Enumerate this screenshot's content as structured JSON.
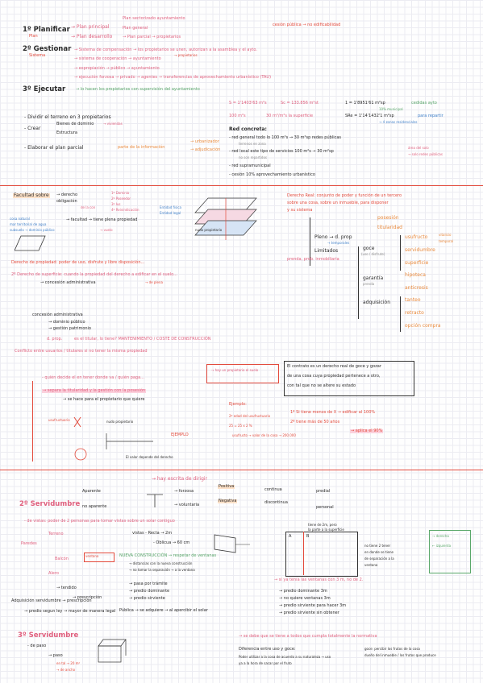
{
  "s1": {
    "step1": "1º Planificar",
    "step1_sub": "Plan",
    "plan_a": "→ Plan principal",
    "plan_b": "→ Plan desarrollo",
    "plan_a1": "Plan sectorizado ayuntamiento",
    "plan_a2": "Plan general",
    "plan_b1": "→ Plan parcial → propietarios",
    "step2": "2º Gestionar",
    "step2_sub": "Sistema",
    "ges1": "→ Sistema de compensación → los propietarios se unen, autorizan a la asamblea y el ayto.",
    "ges2": "→ sistema de cooperación → ayuntamiento",
    "ges2b": "→ propietarios",
    "ges3": "→ expropiación → público → ayuntamiento",
    "ges4": "→ ejecución forzosa → privado → agentes → transferencias de aprovechamiento urbanístico (TAU)",
    "step3": "3º Ejecutar",
    "step3_txt": "→ lo hacen los propietarios con supervisión del ayuntamiento",
    "cesion": "cesión pública → no edificabilidad"
  },
  "s2": {
    "b1": "- Dividir el terreno en 3 propietarios",
    "b2": "- Crear",
    "b2a": "Bienes de dominio",
    "b2a1": "→ viviendas",
    "b2b": "Estructura",
    "b3": "- Elaborar el plan parcial",
    "b3b": "parte de la información",
    "b3c": "→ urbanizador",
    "b3d": "→ adjudicación",
    "calc1": "S = 1'1403'63 m²s",
    "calc2": "Sc = 133.856 m²st",
    "calc3": "1 = 1'8951'61 m²sp",
    "calc3b": "cedidas ayto",
    "calc3c": "10% municipal",
    "calc4": "100 m²s",
    "calc4b": "30 m²/m²s la superficie",
    "calc5": "SRe = 1'14'1432'1 m²sp",
    "calc5b": "→ 4 zonas residenciales",
    "calc5c": "para repartir",
    "red": "Red concreta:",
    "red1": "- red general todo lo 100 m²s → 30 m²sp redes públicas",
    "red1b": "terrenos en zona",
    "red2": "- red local este tipo de servicios 100 m²s → 30 m²sp",
    "red2b": "no son repartidos",
    "red2c": "área del solo",
    "red2d": "→ solo redes públicas",
    "red3": "- red supramunicipal",
    "red4": "- cesión 10% aprovechamiento urbanístico"
  },
  "s3": {
    "facultad": "Facultad sobre",
    "derecho": "→ derecho",
    "obligacion": "obligación",
    "sustento": "de la con",
    "cosa_natural": "cosa natural",
    "nuda": "→ facultad → tiene plena propiedad",
    "mar": "mar territorial de agua",
    "subsuelo": "subsuelo → dominio público",
    "vuelo": "→ vuelo",
    "s1": "1º Dominio",
    "s2": "2º Poseedor",
    "s3": "3º Ius",
    "s4": "4º Reivindicación",
    "estado": "Entidad física",
    "estado2": "Entidad legal",
    "derecho_real": "Derecho Real: conjunto de poder y función de un tercero",
    "derecho_real2": "sobre una cosa, sobre un inmueble, para disponer",
    "derecho_real3": "y su sistema",
    "posesion": "posesión",
    "titularidad": "titularidad",
    "pleno": "Pleno → d. prop",
    "temporales": "→ temporales",
    "limitados": "Limitados",
    "goce": "goce",
    "goce2": "(uso / disfrute)",
    "usufructo": "usufructo",
    "servidumbre": "servidumbre",
    "superficie": "superficie",
    "garantia": "garantía",
    "garantia2": "prenda",
    "hipoteca": "hipoteca",
    "anticresis": "anticresis",
    "adquisicion": "adquisición",
    "tanteo": "tanteo",
    "retracto": "retracto",
    "opcion": "opción compra",
    "prenda": "prenda, prob. inmobiliaria",
    "der_prop": "Derecho de propiedad: poder de uso, disfrute y libre disposición...",
    "der_sup": "2º Derecho de superficie: cuando la propiedad del derecho a edificar en el suelo...",
    "concesion": "→ concesión administrativa",
    "conc_note": "→ de plena",
    "conc_pub": "concesión administrativa",
    "conc_pub1": "→ dominio público",
    "conc_pub2": "→ gestión patrimonio",
    "dprop": "d. prop.",
    "dprop_q": "es el titular, lo tiene? MANTENIMIENTO / COSTE DE CONSTRUCCIÓN",
    "conflicto": "Conflicto entre usuarios / titulares si no tener la misma propiedad",
    "quien": "- quién decide el en tener donde va / quién paga...",
    "renta": "→ hay un propietario el suelo",
    "separa": "→ separa la titularidad y la gestión con la posesión",
    "separa2": "→ se hace para el propietario que quiere",
    "box1": "El contrato es un derecho real de goce y gozar",
    "box2": "de una cosa cuya propiedad pertenece a otro,",
    "box3": "con tal que no se altere su estado",
    "ejemplo": "Ejemplo:",
    "ej1": "1º Si tiene menos de X → edificar al 100%",
    "ej2": "2º tiene más de 50 años",
    "ej3": "→ aplica el 90%",
    "ej_calc": "2º edad del usufructuario",
    "ej_calc2": "25 = 25 x 2 %",
    "ej_calc3": "usufructo → valor de la cosa → 200.000",
    "valor": "valor",
    "ejemplo2": "EJEMPLO",
    "usufructuario": "usufructuario",
    "nudo_prop": "nudo propietario",
    "vitalicio": "vitalicio",
    "temporal": "temporal",
    "resumen": "El valor depende del derecho"
  },
  "s4": {
    "title": "2º Servidumbre",
    "aparente": "Aparente",
    "no_aparente": "no aparente",
    "continua": "continua",
    "discontinua": "discontinua",
    "positiva": "Positiva",
    "negativa": "Negativa",
    "forzosa": "→ forzosa",
    "voluntaria": "→ voluntaria",
    "predial": "predial",
    "personal": "personal",
    "hay_escrita": "→ hay escrita de dirigir",
    "vistas": "- de vistas: poder de 2 personas para tomar vistas sobre un solar contiguo",
    "ventana": "ventana",
    "vista_recta": "vistas - Recta → 2m",
    "vista_oblicua": "- Oblicua → 60 cm",
    "nueva": "NUEVA CONSTRUCCIÓN → respetar de ventanas",
    "nueva2": "→ distancias con la nueva construcción",
    "nueva3": "→ no tomar la separación → a la ventana",
    "terreno": "Terreno",
    "paredes": "Paredes",
    "balcon": "Balcón",
    "alero": "Alero",
    "lado_izq": "→ derecha",
    "lado_der": "← izquierda",
    "tendido": "→ tendido",
    "prescripcion": "→ prescripción",
    "prescripcion2": "→ desde la",
    "adquisicion_ser": "Adquisición servidumbre → prescripción",
    "publica": "Pública → se adquiere → al apercibir el solar",
    "prescrita": "→ pasa por trámite",
    "prescrita2": "→ predio dominante",
    "prescrita3": "→ predio sirviente",
    "predio": "→ predio segun ley → mayor de manera legal",
    "ab": "A",
    "b": "B",
    "nota_ventana": "tiene de 2m, pero",
    "nota_ventana2": "la parte a la superficie",
    "puede": "no tiene 2 tener",
    "puede2": "en donde se tiene",
    "puede3": "de separación a la",
    "puede4": "ventana",
    "conclusion": "→ si ya tenía las ventanas con 3 m, no de 2.",
    "pred1": "→ predio dominante 3m",
    "pred2": "→ no quiere ventanas 3m",
    "pred3": "→ predio sirviente para hacer 3m",
    "pred4": "→ predio sirviente sin obtener"
  },
  "s5": {
    "title": "3º Servidumbre",
    "de_paso": "- de paso",
    "paso1": "→ paso",
    "paso2": "en tal → 20 m²",
    "paso3": "→ de ancho",
    "nota": "→ se debe que se tiene a todos que cumpla totalmente la normativa",
    "diferencia": "Diferencia entre uso y goce:",
    "dif1": "Poder utilizar a la cosa de acuerdo a su naturaleza → uso",
    "dif2": "ya a la hora de sacar por el fruto",
    "goce_def": "goce: percibir los frutos de la cosa",
    "goce_def2": "dueño del inmueble / los frutos que produce"
  }
}
